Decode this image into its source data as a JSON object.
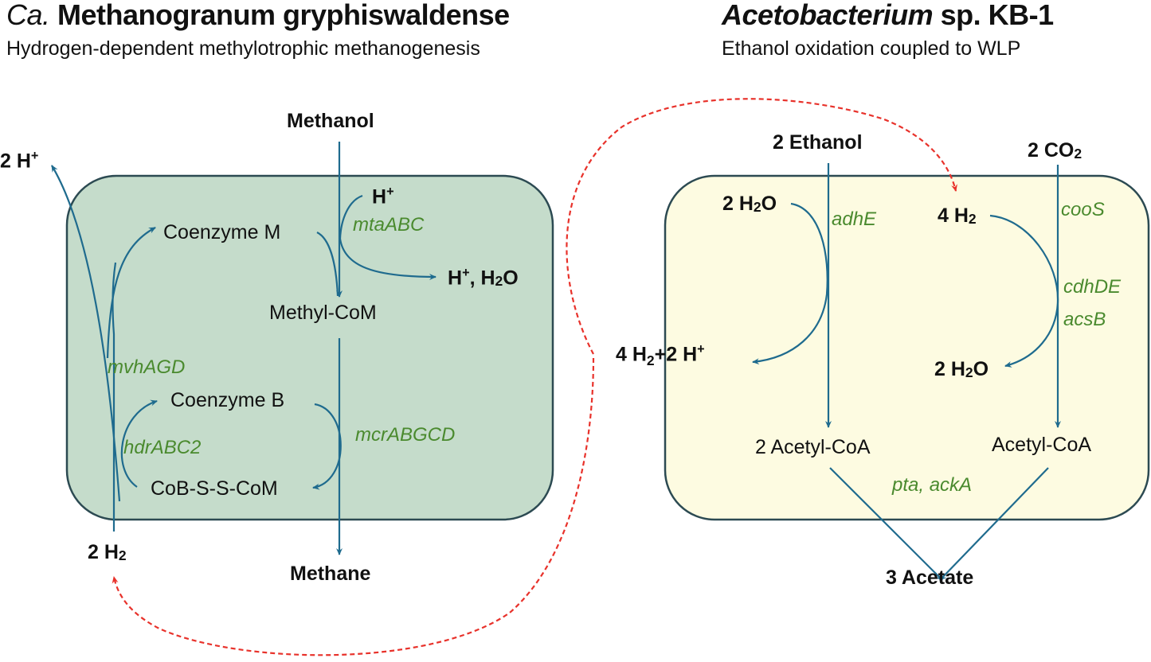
{
  "left_panel": {
    "title_italic": "Ca.",
    "title_rest": " Methanogranum gryphiswaldense",
    "subtitle": "Hydrogen-dependent methylotrophic methanogenesis",
    "box_color": "#c5dccb",
    "labels": {
      "methanol": "Methanol",
      "two_h_plus": "2 H",
      "h_plus": "H",
      "coenzyme_m": "Coenzyme M",
      "h_plus_h2o_a": "H",
      "h_plus_h2o_b": ", H",
      "h_plus_h2o_c": "O",
      "methyl_com": "Methyl-CoM",
      "coenzyme_b": "Coenzyme B",
      "cob_s_s_com": "CoB-S-S-CoM",
      "two_h2": "2 H",
      "methane": "Methane"
    },
    "genes": {
      "mta": "mtaABC",
      "mvh": "mvhAGD",
      "hdr": "hdrABC2",
      "mcr": "mcrABGCD"
    }
  },
  "right_panel": {
    "title_italic": "Acetobacterium",
    "title_rest": " sp. KB-1",
    "subtitle": "Ethanol oxidation coupled to WLP",
    "box_color": "#fdfbe1",
    "labels": {
      "two_ethanol": "2 Ethanol",
      "two_co2_a": "2 CO",
      "two_h2o_in": "2 H",
      "four_h2": "4 H",
      "four_h2_2h_a": "4 H",
      "four_h2_2h_b": "+2 H",
      "two_h2o_out": "2 H",
      "two_acetyl_coa": "2 Acetyl-CoA",
      "acetyl_coa": "Acetyl-CoA",
      "three_acetate": "3 Acetate"
    },
    "genes": {
      "adh": "adhE",
      "coo": "cooS",
      "cdh": "cdhDE",
      "acs": "acsB",
      "pta": "pta, ackA"
    }
  },
  "colors": {
    "arrow": "#1f6b8e",
    "gene_text": "#4a8a2e",
    "transfer_arrow": "#e8322b",
    "box_border": "#2c4a52"
  }
}
